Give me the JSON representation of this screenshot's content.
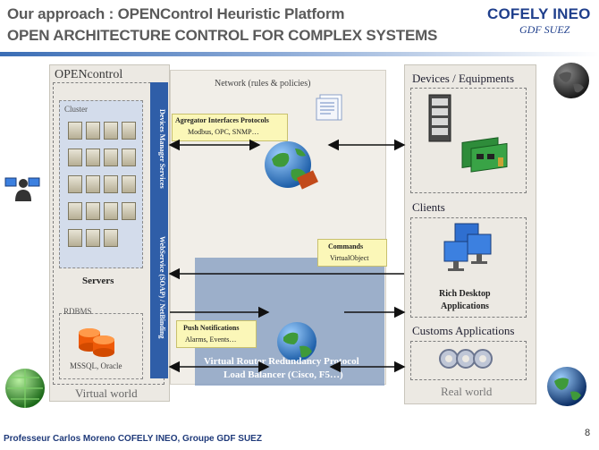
{
  "header": {
    "title_line1": "Our approach : OPENControl Heuristic Platform",
    "title_line2": "OPEN ARCHITECTURE CONTROL FOR COMPLEX SYSTEMS",
    "logo_main": "COFELY INEO",
    "logo_sub": "GDF SUEZ",
    "accent_color": "#3a6db5"
  },
  "left_panel": {
    "title": "OPENcontrol",
    "cluster_label": "Cluster",
    "servers_label": "Servers",
    "rdbms_label": "RDBMS",
    "db_label": "MSSQL, Oracle",
    "footer_label": "Virtual world",
    "vertical_bar_top": "Devices Manager Services",
    "vertical_bar_bottom": "WebService (SOAP) / NetBinding"
  },
  "middle_panel": {
    "network_label": "Network (rules & policies)",
    "aggregator_title": "Agregator Interfaces Protocols",
    "aggregator_sub": "Modbus, OPC, SNMP…",
    "commands_title": "Commands",
    "commands_sub": "VirtualObject",
    "push_title": "Push Notifications",
    "push_sub": "Alarms, Events…",
    "vrrp_line1": "Virtual Router Redundancy Protocol",
    "vrrp_line2": "Load Balancer (Cisco, F5…)"
  },
  "right_panel": {
    "devices_label": "Devices / Equipments",
    "clients_label": "Clients",
    "rich_line1": "Rich Desktop",
    "rich_line2": "Applications",
    "custom_label": "Customs Applications",
    "footer_label": "Real world"
  },
  "icons": {
    "globe": "globe-icon",
    "server": "server-icon",
    "database": "database-icon",
    "monitor": "monitor-icon",
    "gear": "gear-icon",
    "people": "people-icon",
    "document": "document-icon"
  },
  "footer": {
    "author": "Professeur Carlos Moreno  COFELY INEO, Groupe GDF SUEZ",
    "page": "8"
  }
}
